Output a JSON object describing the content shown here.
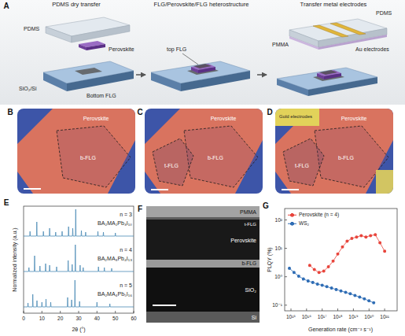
{
  "diagram": {
    "nodes": [
      {
        "text": [
          "PDMS dry transfer"
        ]
      },
      {
        "text": [
          "FLG/Perovskite/FLG heterostructure"
        ]
      },
      {
        "text": [
          "Transfer metal electrodes"
        ]
      }
    ],
    "edges": [
      {
        "from": 0,
        "to": 1,
        "arrow": "to"
      },
      {
        "from": 1,
        "to": 2,
        "arrow": "to"
      }
    ],
    "labels": [
      "A",
      "PDMS",
      "Perovskite",
      "SiO₂/Si",
      "Bottom FLG",
      "top FLG",
      "PDMS",
      "PMMA",
      "Au electrodes",
      "B",
      "Perovskite",
      "b-FLG",
      "C",
      "Perovskite",
      "t-FLG",
      "b-FLG",
      "D",
      "Gold electrodes",
      "Perovskite",
      "t-FLG",
      "b-FLG",
      "E",
      "n = 3",
      "BA₂MA₂Pb₃I₁₀",
      "n = 4",
      "BA₂MA₃Pb₄I₁₃",
      "n = 5",
      "BA₂MA₄Pb₅I₁₆",
      "Normalized intensity (a.u.)",
      "2θ (°)",
      "0",
      "10",
      "20",
      "30",
      "40",
      "50",
      "60",
      "F",
      "PMMA",
      "t-FLG",
      "Perovskite",
      "b-FLG",
      "SiO₂",
      "Si",
      "G",
      "PLQY (%)",
      "Generation rate (cm⁻² s⁻¹)",
      "10⁻¹",
      "10⁰",
      "10¹",
      "10²",
      "10¹⁵",
      "10¹⁶",
      "10¹⁷",
      "10¹⁸",
      "10¹⁹",
      "10²⁰",
      "10²¹"
    ],
    "legend": [
      {
        "text": "Perovskite (n = 4)",
        "color": "#e8453c"
      },
      {
        "text": "WS₂",
        "color": "#2f6db5"
      }
    ]
  }
}
